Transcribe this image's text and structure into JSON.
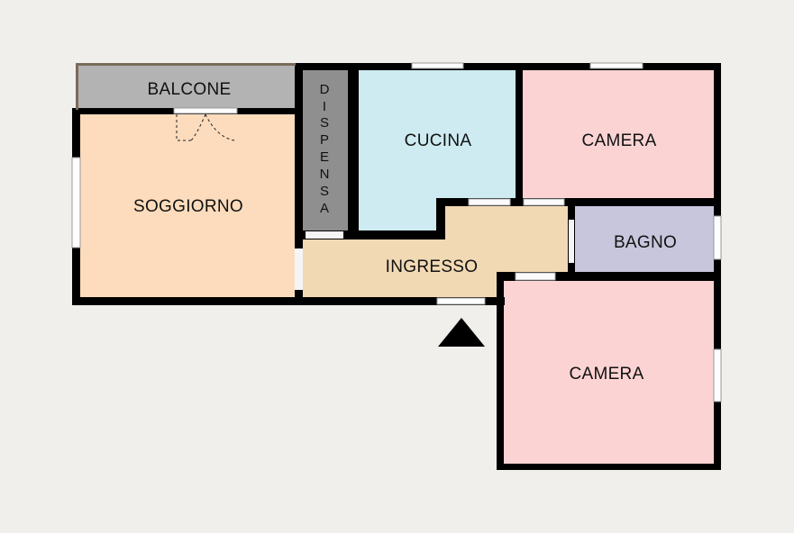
{
  "colors": {
    "background": "#f0efec",
    "wall": "#000000",
    "balcone": "#b3b3b3",
    "dispensa": "#8f8f8f",
    "cucina": "#cdebf1",
    "camera": "#fcd3d3",
    "bagno": "#c8c6dc",
    "soggiorno": "#fcdcbc",
    "ingresso": "#f1d9b4",
    "entrance_marker": "#000000"
  },
  "rooms": {
    "balcone": "BALCONE",
    "dispensa": [
      "D",
      "I",
      "S",
      "P",
      "E",
      "N",
      "S",
      "A"
    ],
    "cucina": "CUCINA",
    "camera_top": "CAMERA",
    "soggiorno": "SOGGIORNO",
    "bagno": "BAGNO",
    "ingresso": "INGRESSO",
    "camera_bottom": "CAMERA"
  },
  "icons": {
    "entrance": "triangle-up-icon"
  }
}
